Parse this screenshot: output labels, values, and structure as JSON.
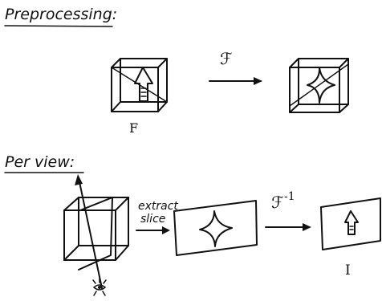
{
  "sections": {
    "preprocessing": {
      "heading": "Preprocessing:",
      "volume_label": "F",
      "transform_label": "ℱ"
    },
    "per_view": {
      "heading": "Per view:",
      "step1_label_line1": "extract",
      "step1_label_line2": "slice",
      "inverse_label": "ℱ",
      "inverse_exponent": "-1",
      "image_label": "I"
    }
  },
  "icons": [
    "arrow-object-icon",
    "star-spectrum-icon",
    "eye-icon"
  ]
}
